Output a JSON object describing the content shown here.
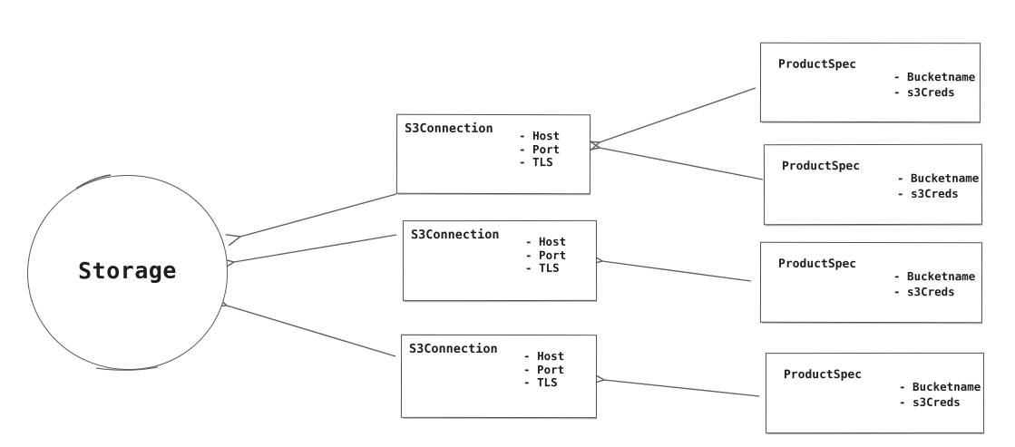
{
  "colors": {
    "stroke": "#5d5d5d",
    "box_border": "#4f4f4f",
    "text": "#1d1d1d",
    "background": "#ffffff"
  },
  "diagram": {
    "storage": {
      "label": "Storage"
    },
    "s3_connections": [
      {
        "title": "S3Connection",
        "attributes": [
          "- Host",
          "- Port",
          "- TLS"
        ]
      },
      {
        "title": "S3Connection",
        "attributes": [
          "- Host",
          "- Port",
          "- TLS"
        ]
      },
      {
        "title": "S3Connection",
        "attributes": [
          "- Host",
          "- Port",
          "- TLS"
        ]
      }
    ],
    "product_specs": [
      {
        "title": "ProductSpec",
        "attributes": [
          "- Bucketname",
          "- s3Creds"
        ]
      },
      {
        "title": "ProductSpec",
        "attributes": [
          "- Bucketname",
          "- s3Creds"
        ]
      },
      {
        "title": "ProductSpec",
        "attributes": [
          "- Bucketname",
          "- s3Creds"
        ]
      },
      {
        "title": "ProductSpec",
        "attributes": [
          "- Bucketname",
          "- s3Creds"
        ]
      }
    ],
    "edges": [
      {
        "from": "ProductSpec 1",
        "to": "S3Connection 1"
      },
      {
        "from": "ProductSpec 2",
        "to": "S3Connection 1"
      },
      {
        "from": "ProductSpec 3",
        "to": "S3Connection 2"
      },
      {
        "from": "ProductSpec 4",
        "to": "S3Connection 3"
      },
      {
        "from": "S3Connection 1",
        "to": "Storage"
      },
      {
        "from": "S3Connection 2",
        "to": "Storage"
      },
      {
        "from": "S3Connection 3",
        "to": "Storage"
      }
    ]
  }
}
